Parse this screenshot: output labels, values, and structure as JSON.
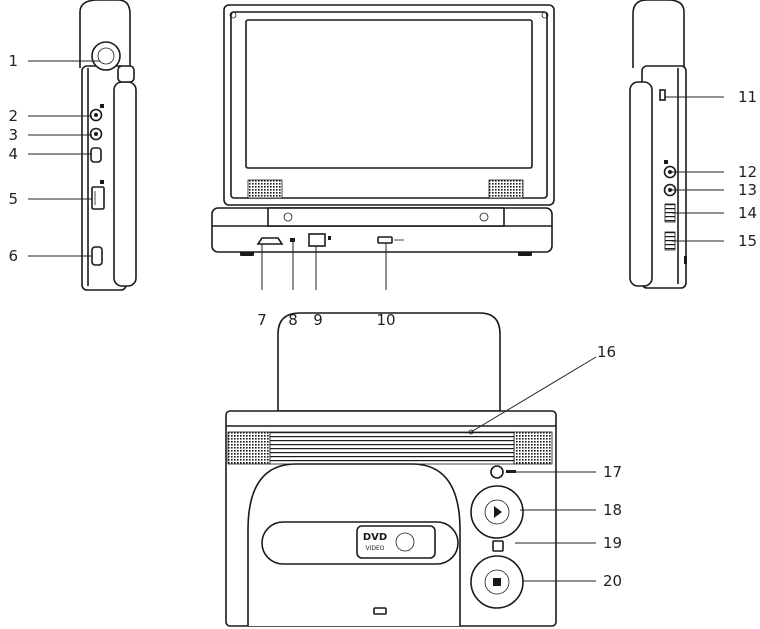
{
  "callouts": [
    {
      "id": 1,
      "label": "1"
    },
    {
      "id": 2,
      "label": "2"
    },
    {
      "id": 3,
      "label": "3"
    },
    {
      "id": 4,
      "label": "4"
    },
    {
      "id": 5,
      "label": "5"
    },
    {
      "id": 6,
      "label": "6"
    },
    {
      "id": 7,
      "label": "7"
    },
    {
      "id": 8,
      "label": "8"
    },
    {
      "id": 9,
      "label": "9"
    },
    {
      "id": 10,
      "label": "10"
    },
    {
      "id": 11,
      "label": "11"
    },
    {
      "id": 12,
      "label": "12"
    },
    {
      "id": 13,
      "label": "13"
    },
    {
      "id": 14,
      "label": "14"
    },
    {
      "id": 15,
      "label": "15"
    },
    {
      "id": 16,
      "label": "16"
    },
    {
      "id": 17,
      "label": "17"
    },
    {
      "id": 18,
      "label": "18"
    },
    {
      "id": 19,
      "label": "19"
    },
    {
      "id": 20,
      "label": "20"
    }
  ],
  "disc_logo": {
    "line1": "DVD",
    "line2": "VIDEO"
  }
}
